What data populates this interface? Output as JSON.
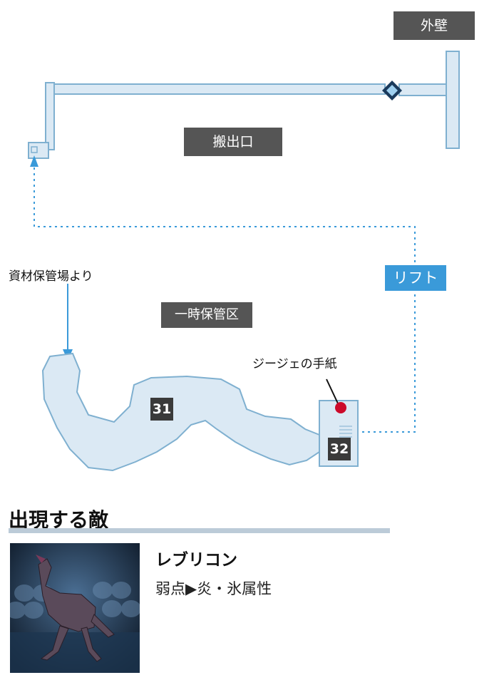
{
  "map": {
    "labels": {
      "outer_wall": "外壁",
      "loading_exit": "搬出口",
      "from_materials": "資材保管場より",
      "temp_storage": "一時保管区",
      "lift": "リフト",
      "letter": "ジージェの手紙"
    },
    "markers": {
      "m31": "31",
      "m32": "32"
    },
    "colors": {
      "floor_fill": "#dbe9f4",
      "floor_stroke": "#7fb0d0",
      "route_dotted": "#3a9ad9",
      "letter_dot": "#cc0a2a",
      "tag_bg": "#555555"
    }
  },
  "enemies": {
    "heading": "出現する敵",
    "items": [
      {
        "name": "レブリコン",
        "weakness": "弱点▶炎・氷属性"
      }
    ]
  }
}
